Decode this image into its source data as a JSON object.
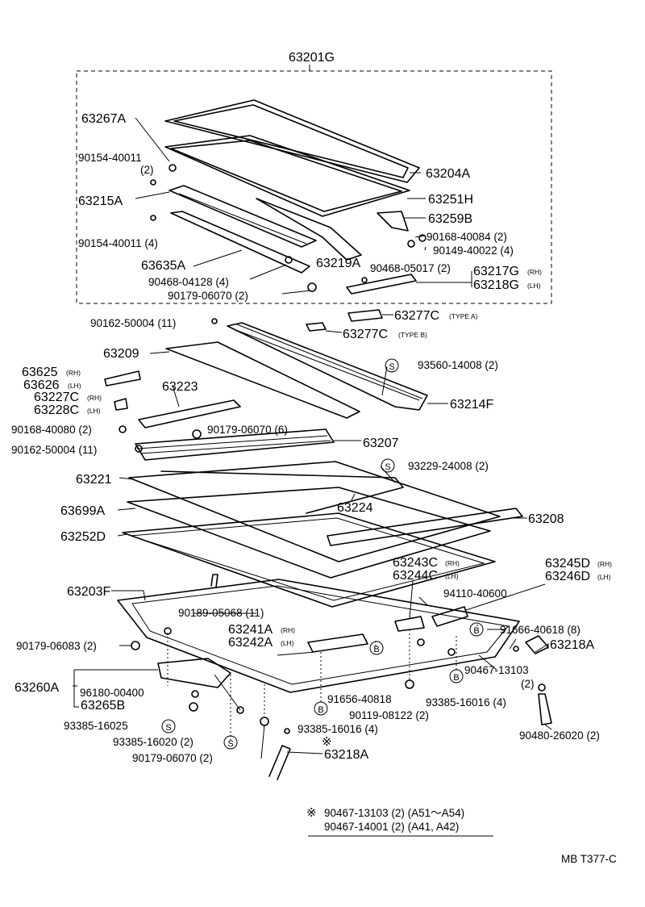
{
  "assembly_label": "63201G",
  "labels": {
    "p63267A": "63267A",
    "p90154_40011_a": "90154-40011",
    "p90154_40011_a_qty": "(2)",
    "p63215A": "63215A",
    "p90154_40011_b": "90154-40011 (4)",
    "p63635A": "63635A",
    "p90468_04128": "90468-04128 (4)",
    "p90179_06070_a": "90179-06070 (2)",
    "p63204A": "63204A",
    "p63251H": "63251H",
    "p63259B": "63259B",
    "p90168_40084": "90168-40084 (2)",
    "p90149_40022": "90149-40022 (4)",
    "p63219A": "63219A",
    "p90468_05017": "90468-05017 (2)",
    "p63217G": "63217G",
    "p63217G_side": "(RH)",
    "p63218G": "63218G",
    "p63218G_side": "(LH)",
    "p63277C_a": "63277C",
    "p63277C_a_type": "(TYPE A)",
    "p63277C_b": "63277C",
    "p63277C_b_type": "(TYPE B)",
    "p90162_50004_a": "90162-50004 (11)",
    "p63209": "63209",
    "p93560_14008": "93560-14008 (2)",
    "p63625": "63625",
    "p63625_side": "(RH)",
    "p63626": "63626",
    "p63626_side": "(LH)",
    "p63227C": "63227C",
    "p63227C_side": "(RH)",
    "p63228C": "63228C",
    "p63228C_side": "(LH)",
    "p63223": "63223",
    "p63214F": "63214F",
    "p90168_40080": "90168-40080 (2)",
    "p90179_06070_b": "90179-06070 (6)",
    "p63207": "63207",
    "p90162_50004_b": "90162-50004 (11)",
    "p93229_24008": "93229-24008 (2)",
    "p63221": "63221",
    "p63699A": "63699A",
    "p63224": "63224",
    "p63208": "63208",
    "p63252D": "63252D",
    "p63243C": "63243C",
    "p63243C_side": "(RH)",
    "p63244C": "63244C",
    "p63244C_side": "(LH)",
    "p63245D": "63245D",
    "p63245D_side": "(RH)",
    "p63246D": "63246D",
    "p63246D_side": "(LH)",
    "p63203F": "63203F",
    "p94110_40600": "94110-40600",
    "p90189_05068": "90189-05068 (11)",
    "p63241A": "63241A",
    "p63241A_side": "(RH)",
    "p63242A": "63242A",
    "p63242A_side": "(LH)",
    "p91666_40618": "91666-40618 (8)",
    "p90179_06083": "90179-06083 (2)",
    "p63218A_a": "63218A",
    "p90467_13103": "90467-13103",
    "p90467_13103_qty": "(2)",
    "p63260A": "63260A",
    "p96180_00400": "96180-00400",
    "p63265B": "63265B",
    "p91656_40818": "91656-40818",
    "p93385_16016_a": "93385-16016 (4)",
    "p90119_08122": "90119-08122 (2)",
    "p93385_16025": "93385-16025",
    "p93385_16016_b": "93385-16016 (4)",
    "p93385_16020": "93385-16020 (2)",
    "p90179_06070_c": "90179-06070 (2)",
    "p63218A_b": "63218A",
    "p90480_26020": "90480-26020 (2)"
  },
  "markers": {
    "s_symbol": "S",
    "b_symbol": "B",
    "note_symbol": "※"
  },
  "footnote": {
    "line1": "90467-13103 (2) (A51～A54)",
    "line2": "90467-14001 (2) (A41, A42)"
  },
  "drawing_code": "MB T377-C"
}
